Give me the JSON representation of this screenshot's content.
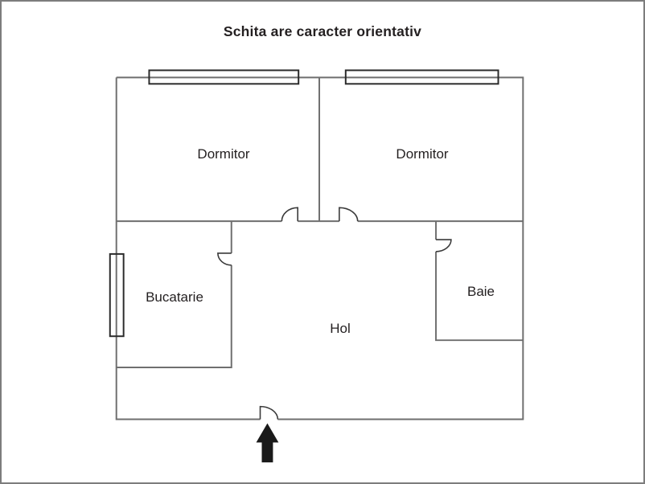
{
  "title": "Schita are caracter orientativ",
  "rooms": {
    "dormitor_left": {
      "label": "Dormitor"
    },
    "dormitor_right": {
      "label": "Dormitor"
    },
    "bucatarie": {
      "label": "Bucatarie"
    },
    "hol": {
      "label": "Hol"
    },
    "baie": {
      "label": "Baie"
    }
  },
  "icons": {
    "entrance_arrow": "up-arrow"
  },
  "colors": {
    "wall": "#6f6f6f",
    "window_stroke": "#2b2b2b",
    "door": "#3a3a3a",
    "text": "#231f20",
    "arrow": "#1a1a1a",
    "border": "#7d7d7d",
    "background": "#ffffff"
  }
}
